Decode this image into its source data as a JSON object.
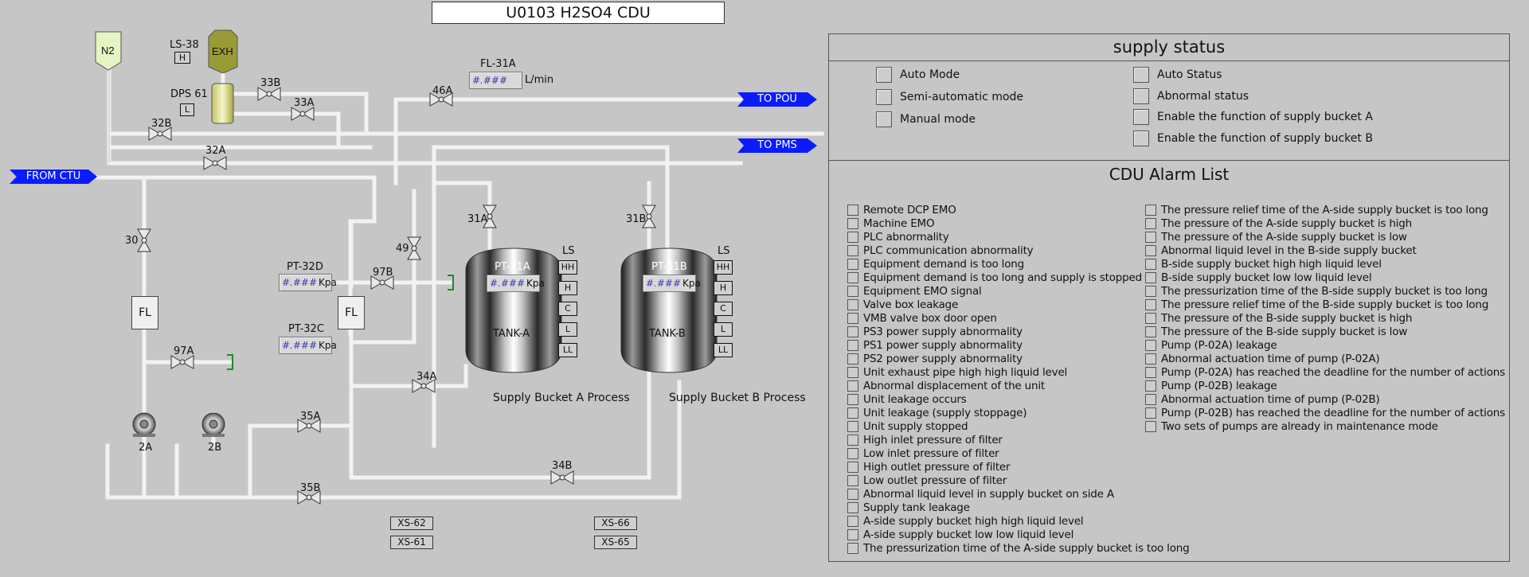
{
  "title": "U0103 H2SO4 CDU",
  "flags": {
    "to_pou": "TO POU",
    "to_pms": "TO PMS",
    "from_ctu": "FROM CTU"
  },
  "vessels": {
    "n2": "N2",
    "exh": "EXH"
  },
  "tags": {
    "ls38": "LS-38",
    "ls38_state": "H",
    "dps61": "DPS 61",
    "dps61_state": "L",
    "v33b": "33B",
    "v33a": "33A",
    "v32b": "32B",
    "v32a": "32A",
    "v46a": "46A",
    "v30": "30",
    "v97a": "97A",
    "v97b": "97B",
    "v49": "49",
    "v31a": "31A",
    "v31b": "31B",
    "v34a": "34A",
    "v34b": "34B",
    "v35a": "35A",
    "v35b": "35B",
    "pump2a": "2A",
    "pump2b": "2B",
    "fl31a": "FL-31A",
    "pt32d": "PT-32D",
    "pt32c": "PT-32C",
    "pt31a": "PT-31A",
    "pt31b": "PT-31B",
    "ls": "LS"
  },
  "displays": {
    "fl31a": {
      "value": "#.###",
      "unit": "L/min"
    },
    "pt32d": {
      "value": "#.###",
      "unit": "Kpa"
    },
    "pt32c": {
      "value": "#.###",
      "unit": "Kpa"
    },
    "pt31a": {
      "value": "#.###",
      "unit": "Kpa"
    },
    "pt31b": {
      "value": "#.###",
      "unit": "Kpa"
    }
  },
  "filters": {
    "fl1": "FL",
    "fl2": "FL"
  },
  "level_switches": [
    "HH",
    "H",
    "C",
    "L",
    "LL"
  ],
  "tanks": {
    "a": {
      "label": "TANK-A",
      "caption": "Supply Bucket A Process"
    },
    "b": {
      "label": "TANK-B",
      "caption": "Supply Bucket B Process"
    }
  },
  "xs": {
    "xs62": "XS-62",
    "xs61": "XS-61",
    "xs66": "XS-66",
    "xs65": "XS-65"
  },
  "supply_status": {
    "title": "supply status",
    "left": [
      "Auto Mode",
      "Semi-automatic mode",
      "Manual mode"
    ],
    "right": [
      "Auto Status",
      "Abnormal status",
      "Enable the function of supply bucket A",
      "Enable the function of supply bucket B"
    ]
  },
  "alarm_list": {
    "title": "CDU Alarm List",
    "left": [
      "Remote DCP EMO",
      "Machine EMO",
      "PLC abnormality",
      "PLC communication abnormality",
      "Equipment demand is too long",
      "Equipment demand is too long and supply is stopped",
      "Equipment EMO signal",
      "Valve box leakage",
      "VMB valve box door open",
      "PS3 power supply abnormality",
      "PS1 power supply abnormality",
      "PS2 power supply abnormality",
      "Unit exhaust pipe high high liquid level",
      "Abnormal displacement of the unit",
      "Unit leakage occurs",
      "Unit leakage (supply stoppage)",
      "Unit supply stopped",
      "High inlet pressure of filter",
      "Low inlet pressure of filter",
      "High outlet pressure of filter",
      "Low outlet pressure of filter",
      "Abnormal liquid level in supply bucket on side A",
      "Supply tank leakage",
      "A-side supply bucket high high liquid level",
      "A-side supply bucket low low liquid level",
      "The pressurization time of the A-side supply bucket is too long"
    ],
    "right": [
      "The pressure relief time of the A-side supply bucket is too long",
      "The pressure of the A-side supply bucket is high",
      "The pressure of the A-side supply bucket is low",
      "Abnormal liquid level in the B-side supply bucket",
      "B-side supply bucket high high liquid level",
      "B-side supply bucket low low liquid level",
      "The pressurization time of the B-side supply bucket is too long",
      "The pressure relief time of the B-side supply bucket is too long",
      "The pressure of the B-side supply bucket is high",
      "The pressure of the B-side supply bucket is low",
      "Pump (P-02A) leakage",
      "Abnormal actuation time of pump (P-02A)",
      "Pump (P-02A) has reached the deadline for the number of actions",
      "Pump (P-02B) leakage",
      "Abnormal actuation time of pump (P-02B)",
      "Pump (P-02B) has reached the deadline for the number of actions",
      "Two sets of pumps are already in maintenance mode"
    ]
  },
  "colors": {
    "flag": "#0b1bff",
    "pipe": "#f2f2f2",
    "n2": "#e3f5c0",
    "exh": "#9a9a36",
    "background": "#c6c6c6"
  }
}
